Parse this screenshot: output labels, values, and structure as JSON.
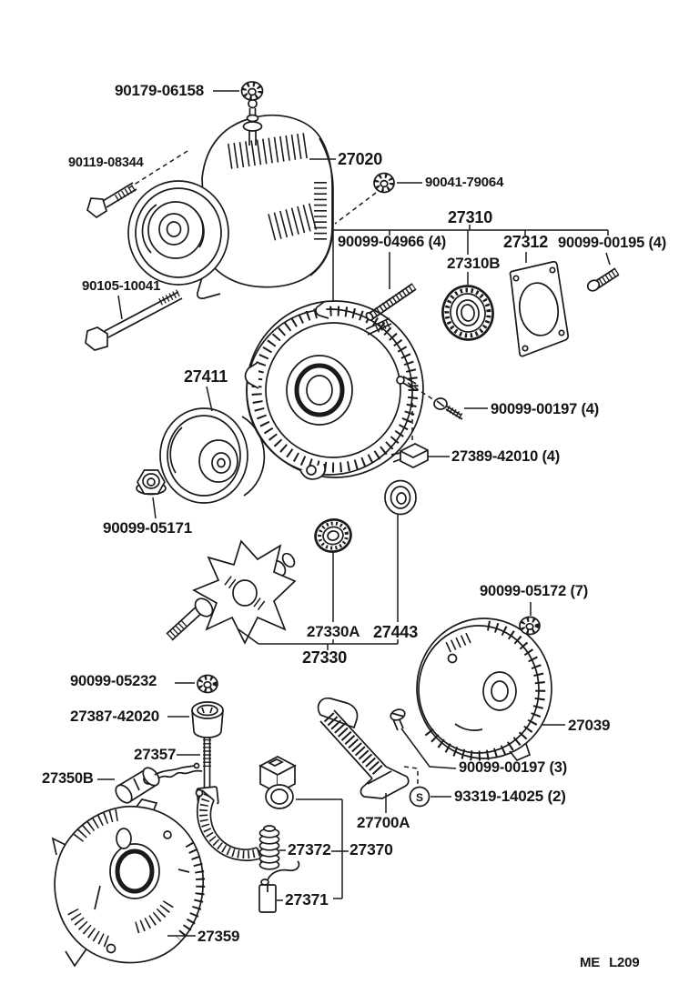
{
  "diagram_code": "ME  L209",
  "colors": {
    "ink": "#1a1a1a",
    "paper": "#ffffff"
  },
  "marks": {
    "s_nut_symbol": "S"
  },
  "part_labels": {
    "n90179_06158": "90179-06158",
    "n90119_08344": "90119-08344",
    "p27020": "27020",
    "n90041_79064": "90041-79064",
    "p27310": "27310",
    "n90099_04966": "90099-04966 (4)",
    "p27312": "27312",
    "n90099_00195": "90099-00195 (4)",
    "p27310B": "27310B",
    "n90105_10041": "90105-10041",
    "p27411": "27411",
    "n90099_00197_x4": "90099-00197 (4)",
    "p27389_42010": "27389-42010 (4)",
    "n90099_05171": "90099-05171",
    "n90099_05172": "90099-05172 (7)",
    "p27330A": "27330A",
    "p27443": "27443",
    "p27330": "27330",
    "n90099_05232": "90099-05232",
    "p27387_42020": "27387-42020",
    "p27357": "27357",
    "p27350B": "27350B",
    "p27039": "27039",
    "n90099_00197_x3": "90099-00197 (3)",
    "n93319_14025": "93319-14025 (2)",
    "p27700A": "27700A",
    "p27372": "27372",
    "p27370": "27370",
    "p27371": "27371",
    "p27359": "27359"
  }
}
